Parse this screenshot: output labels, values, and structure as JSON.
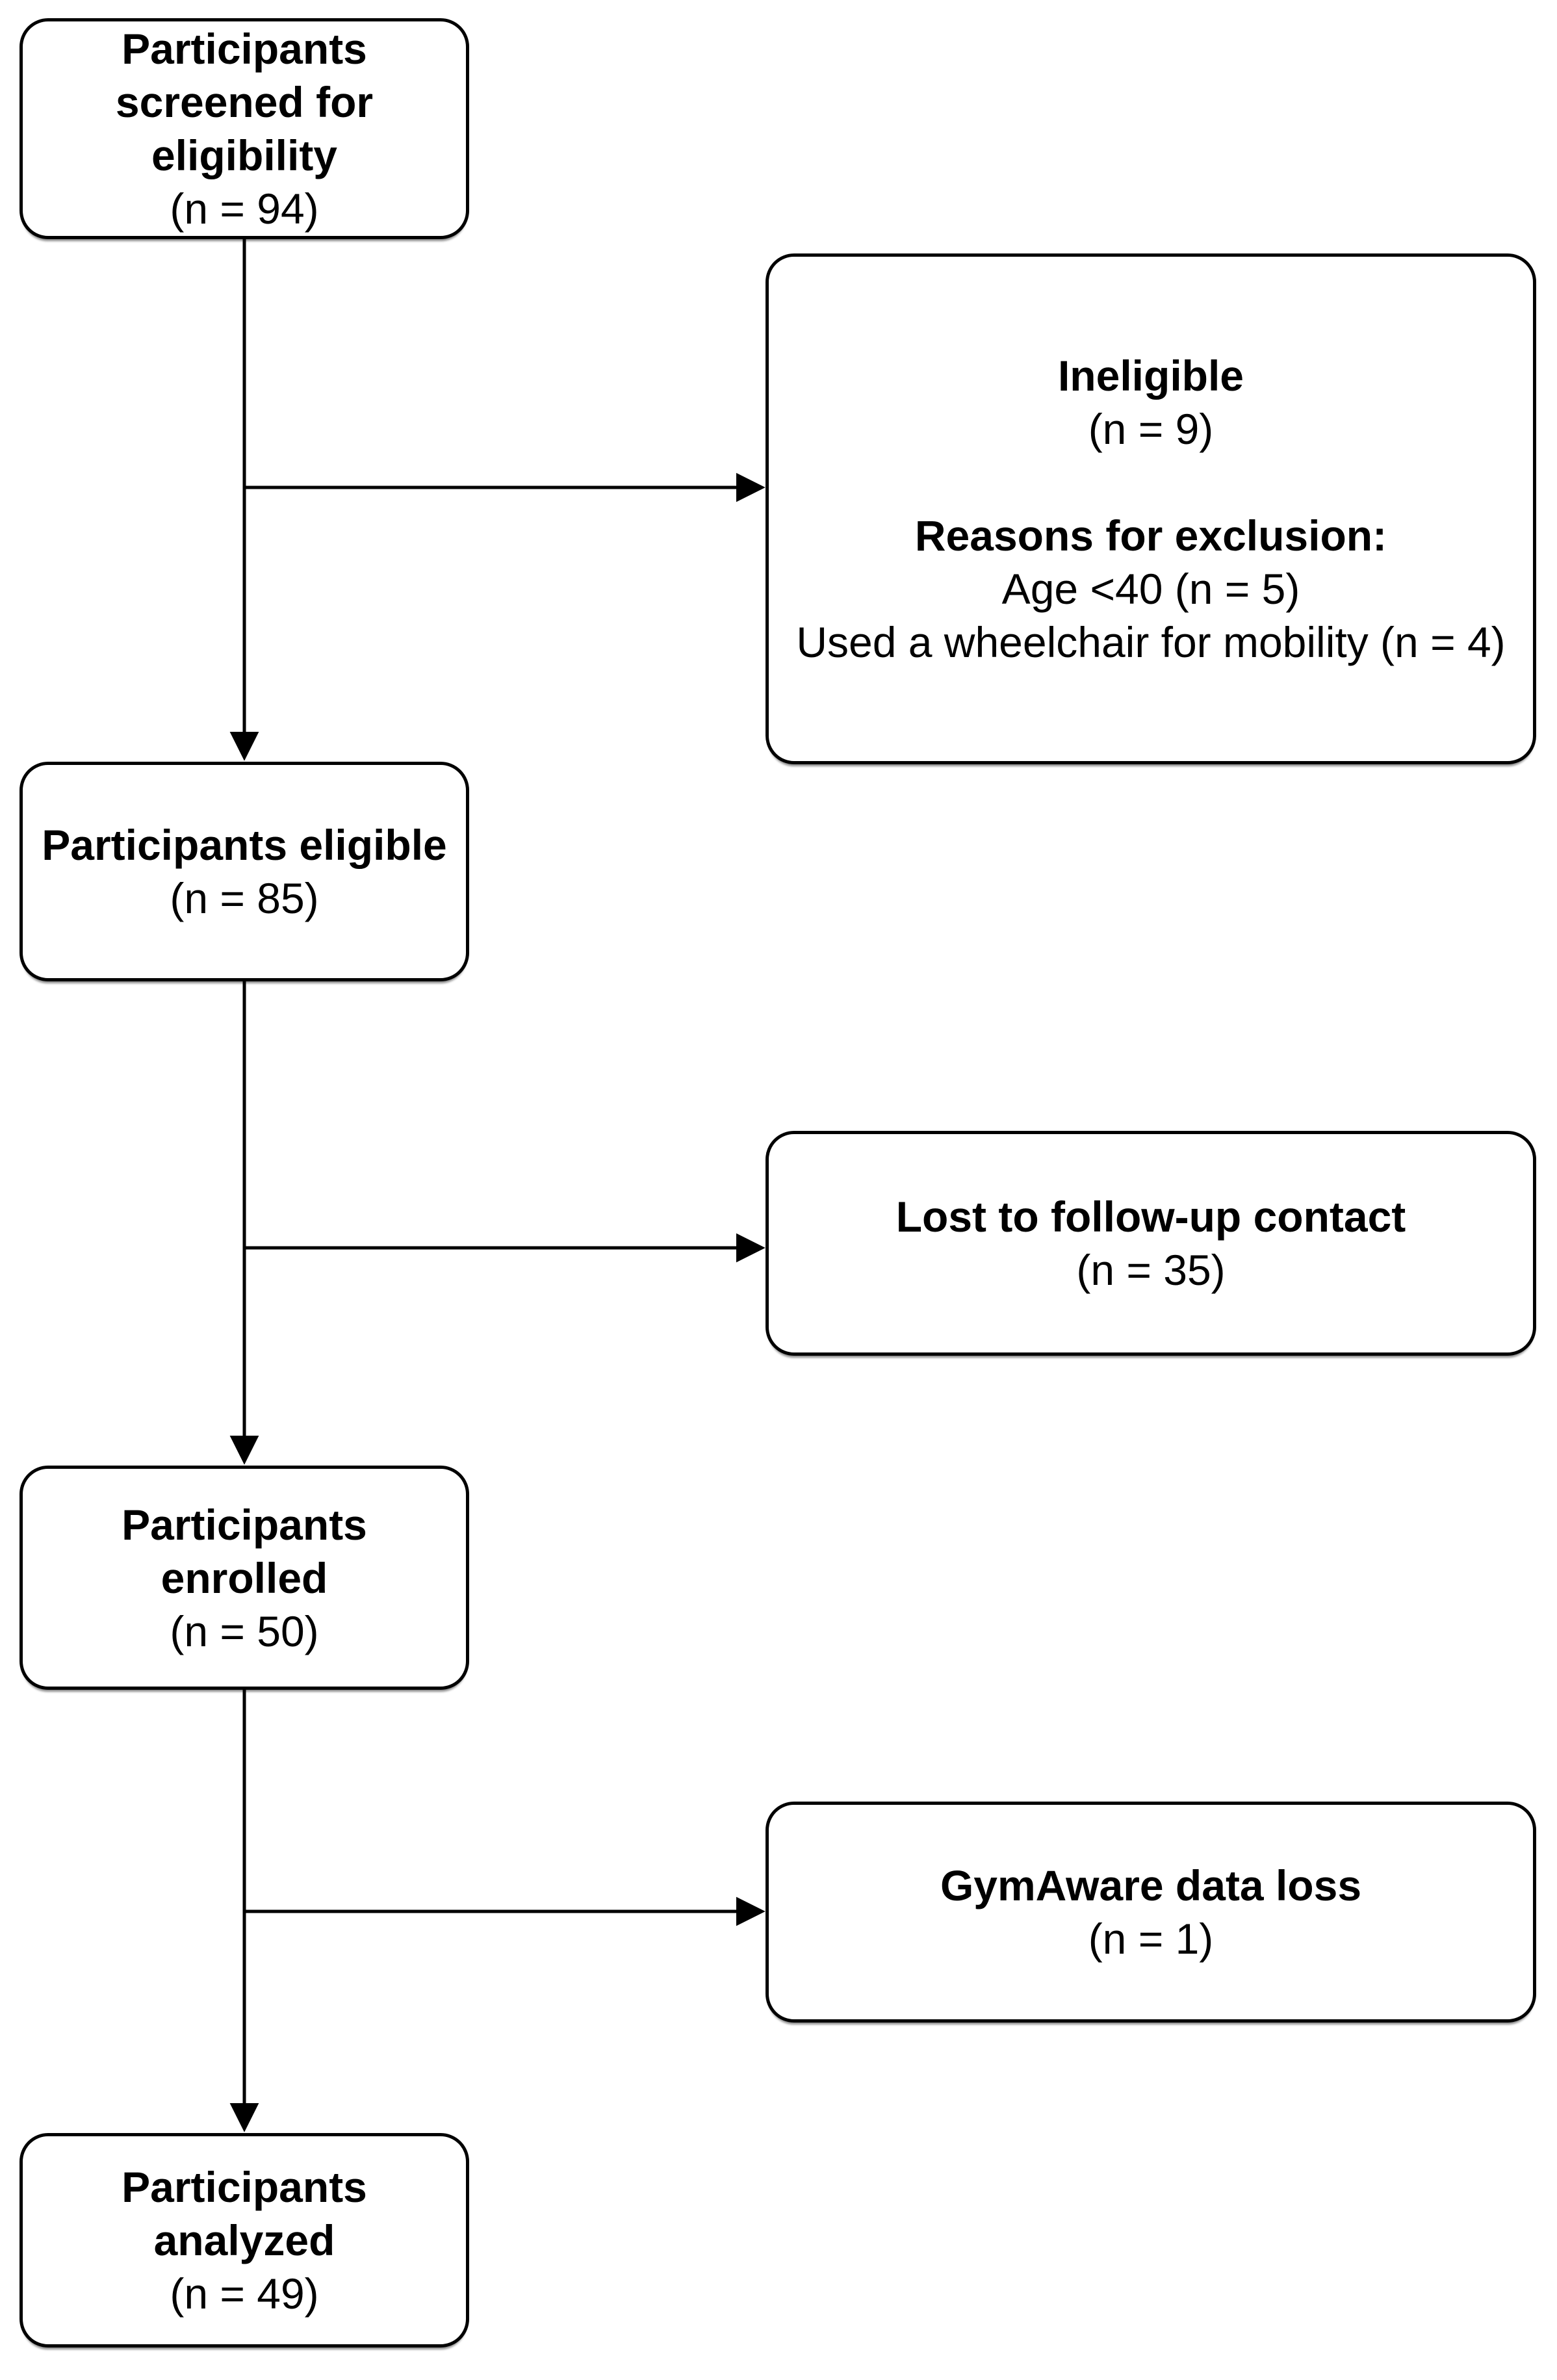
{
  "diagram": {
    "kind": "participant-flow-diagram",
    "colors": {
      "background": "#ffffff",
      "box_fill": "#ffffff",
      "line": "#000000",
      "text": "#000000"
    },
    "boxes": {
      "screened": {
        "title_lines": [
          "Participants",
          "screened for",
          "eligibility"
        ],
        "count": "(n = 94)"
      },
      "ineligible": {
        "title": "Ineligible",
        "count": "(n = 9)",
        "reasons_heading": "Reasons for exclusion:",
        "reasons": [
          "Age <40 (n = 5)",
          "Used a wheelchair for mobility (n = 4)"
        ]
      },
      "eligible": {
        "title": "Participants eligible",
        "count": "(n = 85)"
      },
      "lost_followup": {
        "title": "Lost to follow-up contact",
        "count": "(n = 35)"
      },
      "enrolled": {
        "title_lines": [
          "Participants",
          "enrolled"
        ],
        "count": "(n = 50)"
      },
      "gymaware_loss": {
        "title": "GymAware data loss",
        "count": "(n = 1)"
      },
      "analyzed": {
        "title_lines": [
          "Participants",
          "analyzed"
        ],
        "count": "(n = 49)"
      }
    }
  }
}
